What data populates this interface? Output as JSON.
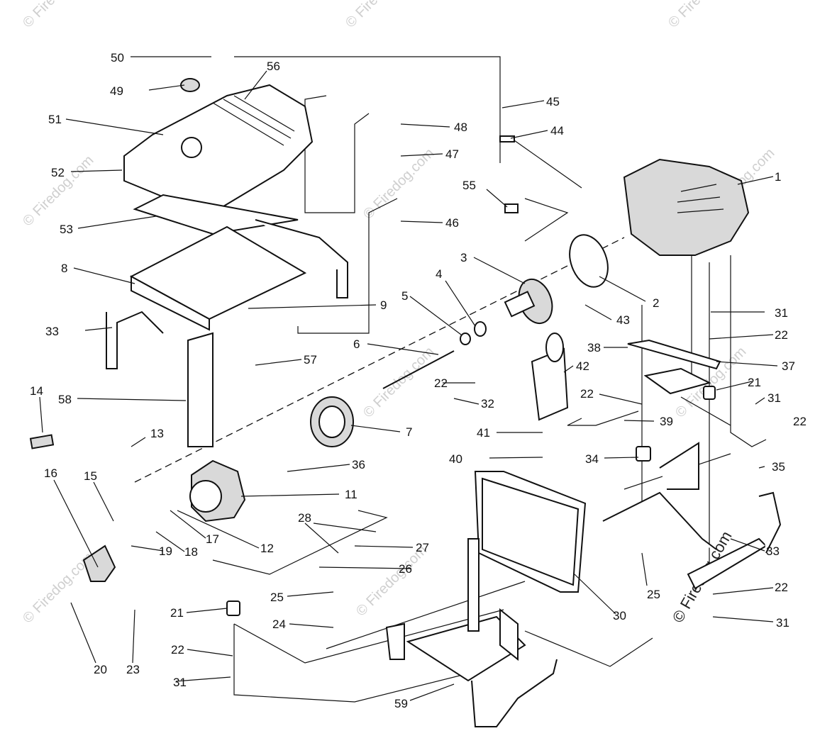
{
  "watermark": {
    "text": "© Firedog.com"
  },
  "callouts": [
    {
      "id": "c1",
      "text": "1"
    },
    {
      "id": "c2",
      "text": "2"
    },
    {
      "id": "c3",
      "text": "3"
    },
    {
      "id": "c4",
      "text": "4"
    },
    {
      "id": "c5",
      "text": "5"
    },
    {
      "id": "c6",
      "text": "6"
    },
    {
      "id": "c7",
      "text": "7"
    },
    {
      "id": "c8",
      "text": "8"
    },
    {
      "id": "c9",
      "text": "9"
    },
    {
      "id": "c11",
      "text": "11"
    },
    {
      "id": "c12",
      "text": "12"
    },
    {
      "id": "c13",
      "text": "13"
    },
    {
      "id": "c14",
      "text": "14"
    },
    {
      "id": "c15",
      "text": "15"
    },
    {
      "id": "c16",
      "text": "16"
    },
    {
      "id": "c17",
      "text": "17"
    },
    {
      "id": "c18",
      "text": "18"
    },
    {
      "id": "c19",
      "text": "19"
    },
    {
      "id": "c20",
      "text": "20"
    },
    {
      "id": "c21a",
      "text": "21"
    },
    {
      "id": "c21b",
      "text": "21"
    },
    {
      "id": "c22a",
      "text": "22"
    },
    {
      "id": "c22b",
      "text": "22"
    },
    {
      "id": "c22c",
      "text": "22"
    },
    {
      "id": "c22d",
      "text": "22"
    },
    {
      "id": "c22e",
      "text": "22"
    },
    {
      "id": "c22f",
      "text": "22"
    },
    {
      "id": "c23",
      "text": "23"
    },
    {
      "id": "c24",
      "text": "24"
    },
    {
      "id": "c25a",
      "text": "25"
    },
    {
      "id": "c25b",
      "text": "25"
    },
    {
      "id": "c26",
      "text": "26"
    },
    {
      "id": "c27",
      "text": "27"
    },
    {
      "id": "c28",
      "text": "28"
    },
    {
      "id": "c30",
      "text": "30"
    },
    {
      "id": "c31a",
      "text": "31"
    },
    {
      "id": "c31b",
      "text": "31"
    },
    {
      "id": "c31c",
      "text": "31"
    },
    {
      "id": "c31d",
      "text": "31"
    },
    {
      "id": "c32",
      "text": "32"
    },
    {
      "id": "c33a",
      "text": "33"
    },
    {
      "id": "c33b",
      "text": "33"
    },
    {
      "id": "c34",
      "text": "34"
    },
    {
      "id": "c35",
      "text": "35"
    },
    {
      "id": "c36",
      "text": "36"
    },
    {
      "id": "c37",
      "text": "37"
    },
    {
      "id": "c38",
      "text": "38"
    },
    {
      "id": "c39",
      "text": "39"
    },
    {
      "id": "c40",
      "text": "40"
    },
    {
      "id": "c41",
      "text": "41"
    },
    {
      "id": "c42",
      "text": "42"
    },
    {
      "id": "c43",
      "text": "43"
    },
    {
      "id": "c44",
      "text": "44"
    },
    {
      "id": "c45",
      "text": "45"
    },
    {
      "id": "c46",
      "text": "46"
    },
    {
      "id": "c47",
      "text": "47"
    },
    {
      "id": "c48",
      "text": "48"
    },
    {
      "id": "c49",
      "text": "49"
    },
    {
      "id": "c50",
      "text": "50"
    },
    {
      "id": "c51",
      "text": "51"
    },
    {
      "id": "c52",
      "text": "52"
    },
    {
      "id": "c53",
      "text": "53"
    },
    {
      "id": "c55",
      "text": "55"
    },
    {
      "id": "c56",
      "text": "56"
    },
    {
      "id": "c57",
      "text": "57"
    },
    {
      "id": "c58",
      "text": "58"
    },
    {
      "id": "c59",
      "text": "59"
    }
  ]
}
